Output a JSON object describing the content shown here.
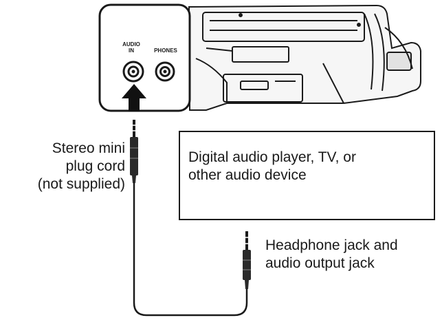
{
  "panel": {
    "audio_in_line1": "AUDIO",
    "audio_in_line2": "IN",
    "phones": "PHONES"
  },
  "cord_label": {
    "line1": "Stereo mini",
    "line2": "plug cord",
    "line3": "(not supplied)"
  },
  "device_box": {
    "line1": "Digital audio player, TV, or",
    "line2": "other audio device"
  },
  "output_label": {
    "line1": "Headphone jack and",
    "line2": "audio output jack"
  }
}
